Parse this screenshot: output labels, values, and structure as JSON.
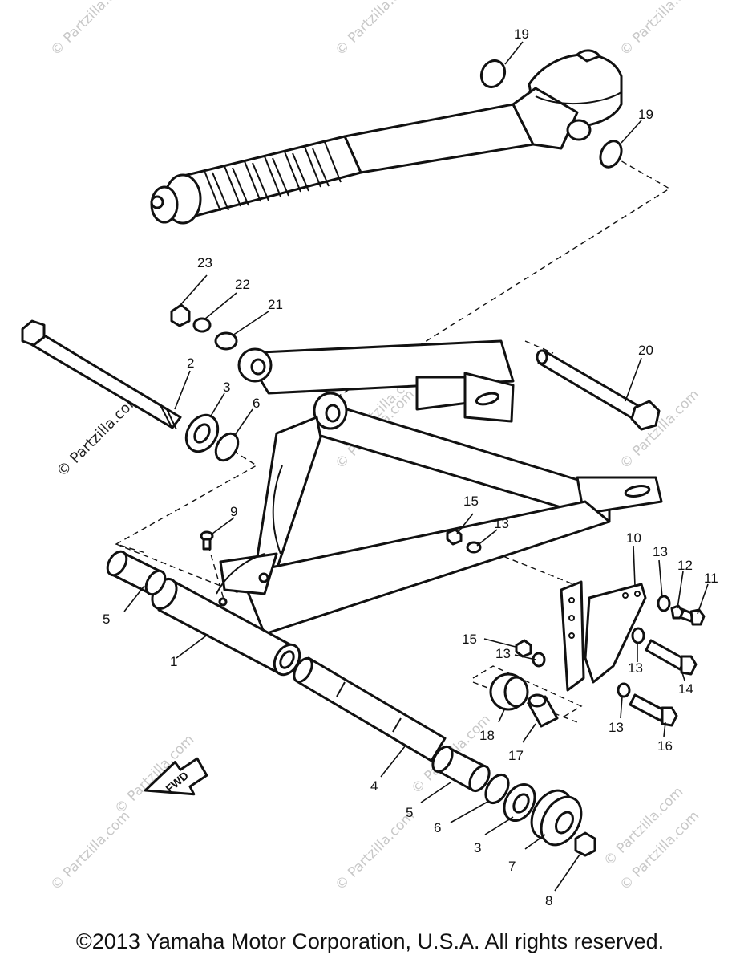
{
  "watermark": "© Partzilla.com",
  "callouts": {
    "n1": "1",
    "n2": "2",
    "n3a": "3",
    "n3b": "3",
    "n4": "4",
    "n5a": "5",
    "n5b": "5",
    "n6a": "6",
    "n6b": "6",
    "n7": "7",
    "n8": "8",
    "n9": "9",
    "n10": "10",
    "n11": "11",
    "n12": "12",
    "n13a": "13",
    "n13b": "13",
    "n13c": "13",
    "n13d": "13",
    "n13e": "13",
    "n14": "14",
    "n15a": "15",
    "n15b": "15",
    "n16": "16",
    "n17": "17",
    "n18": "18",
    "n19a": "19",
    "n19b": "19",
    "n20": "20",
    "n21": "21",
    "n22": "22",
    "n23": "23"
  },
  "fwd_label": "FWD",
  "copyright": "©2013  Yamaha Motor Corporation, U.S.A. All rights reserved."
}
